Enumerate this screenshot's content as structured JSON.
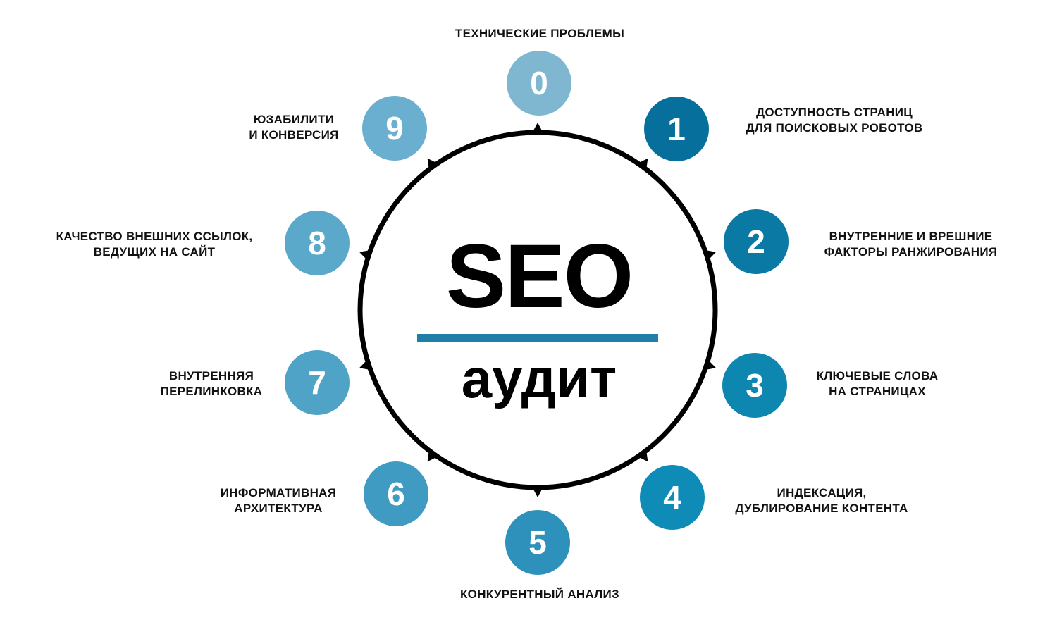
{
  "center": {
    "title": "SEO",
    "subtitle": "аудит",
    "underline_color": "#1f7fa6"
  },
  "steps": [
    {
      "number": "0",
      "lines": [
        "ТЕХНИЧЕСКИЕ ПРОБЛЕМЫ"
      ],
      "color": "#7fb6d0"
    },
    {
      "number": "1",
      "lines": [
        "ДОСТУПНОСТЬ СТРАНИЦ",
        "ДЛЯ ПОИСКОВЫХ РОБОТОВ"
      ],
      "color": "#076f9b"
    },
    {
      "number": "2",
      "lines": [
        "ВНУТРЕННИЕ И ВРЕШНИЕ",
        "ФАКТОРЫ РАНЖИРОВАНИЯ"
      ],
      "color": "#0a7aa5"
    },
    {
      "number": "3",
      "lines": [
        "КЛЮЧЕВЫЕ СЛОВА",
        "НА СТРАНИЦАХ"
      ],
      "color": "#0d86b0"
    },
    {
      "number": "4",
      "lines": [
        "ИНДЕКСАЦИЯ,",
        "ДУБЛИРОВАНИЕ КОНТЕНТА"
      ],
      "color": "#0f8bb7"
    },
    {
      "number": "5",
      "lines": [
        "КОНКУРЕНТНЫЙ АНАЛИЗ"
      ],
      "color": "#2d91bb"
    },
    {
      "number": "6",
      "lines": [
        "ИНФОРМАТИВНАЯ",
        "АРХИТЕКТУРА"
      ],
      "color": "#3f9bc2"
    },
    {
      "number": "7",
      "lines": [
        "ВНУТРЕННЯЯ",
        "ПЕРЕЛИНКОВКА"
      ],
      "color": "#4ea3c7"
    },
    {
      "number": "8",
      "lines": [
        "КАЧЕСТВО ВНЕШНИХ ССЫЛОК,",
        "ВЕДУЩИХ НА САЙТ"
      ],
      "color": "#5aa8ca"
    },
    {
      "number": "9",
      "lines": [
        "ЮЗАБИЛИТИ",
        "И КОНВЕРСИЯ"
      ],
      "color": "#6aafcf"
    }
  ]
}
